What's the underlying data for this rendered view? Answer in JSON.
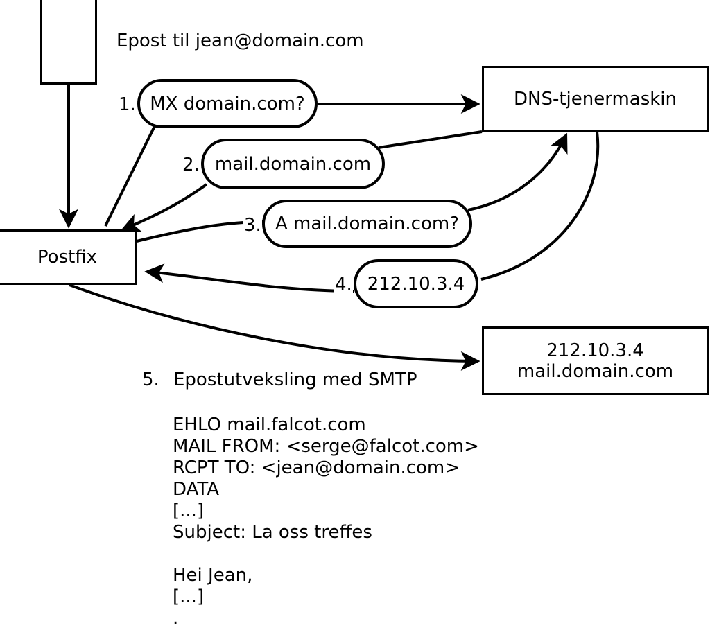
{
  "diagram": {
    "title_text": "Epost til jean@domain.com",
    "nodes": {
      "client_box": {
        "label": ""
      },
      "mta_box": {
        "label": "Postfix"
      },
      "dns_box": {
        "label": "DNS-tjenermaskin"
      },
      "target_box": {
        "line1": "212.10.3.4",
        "line2": "mail.domain.com"
      }
    },
    "steps": [
      {
        "num": "1.",
        "label": "MX domain.com?"
      },
      {
        "num": "2.",
        "label": "mail.domain.com"
      },
      {
        "num": "3.",
        "label": "A mail.domain.com?"
      },
      {
        "num": "4.",
        "label": "212.10.3.4"
      }
    ],
    "step5": {
      "num": "5.",
      "label": "Epostutveksling med SMTP"
    },
    "smtp_transcript": [
      "EHLO mail.falcot.com",
      "MAIL FROM: <serge@falcot.com>",
      "RCPT TO: <jean@domain.com>",
      "DATA",
      "[...]",
      "Subject: La oss treffes",
      "",
      "Hei Jean,",
      "[...]",
      "."
    ],
    "colors": {
      "stroke": "#000000",
      "fill": "#ffffff",
      "text": "#000000"
    }
  }
}
